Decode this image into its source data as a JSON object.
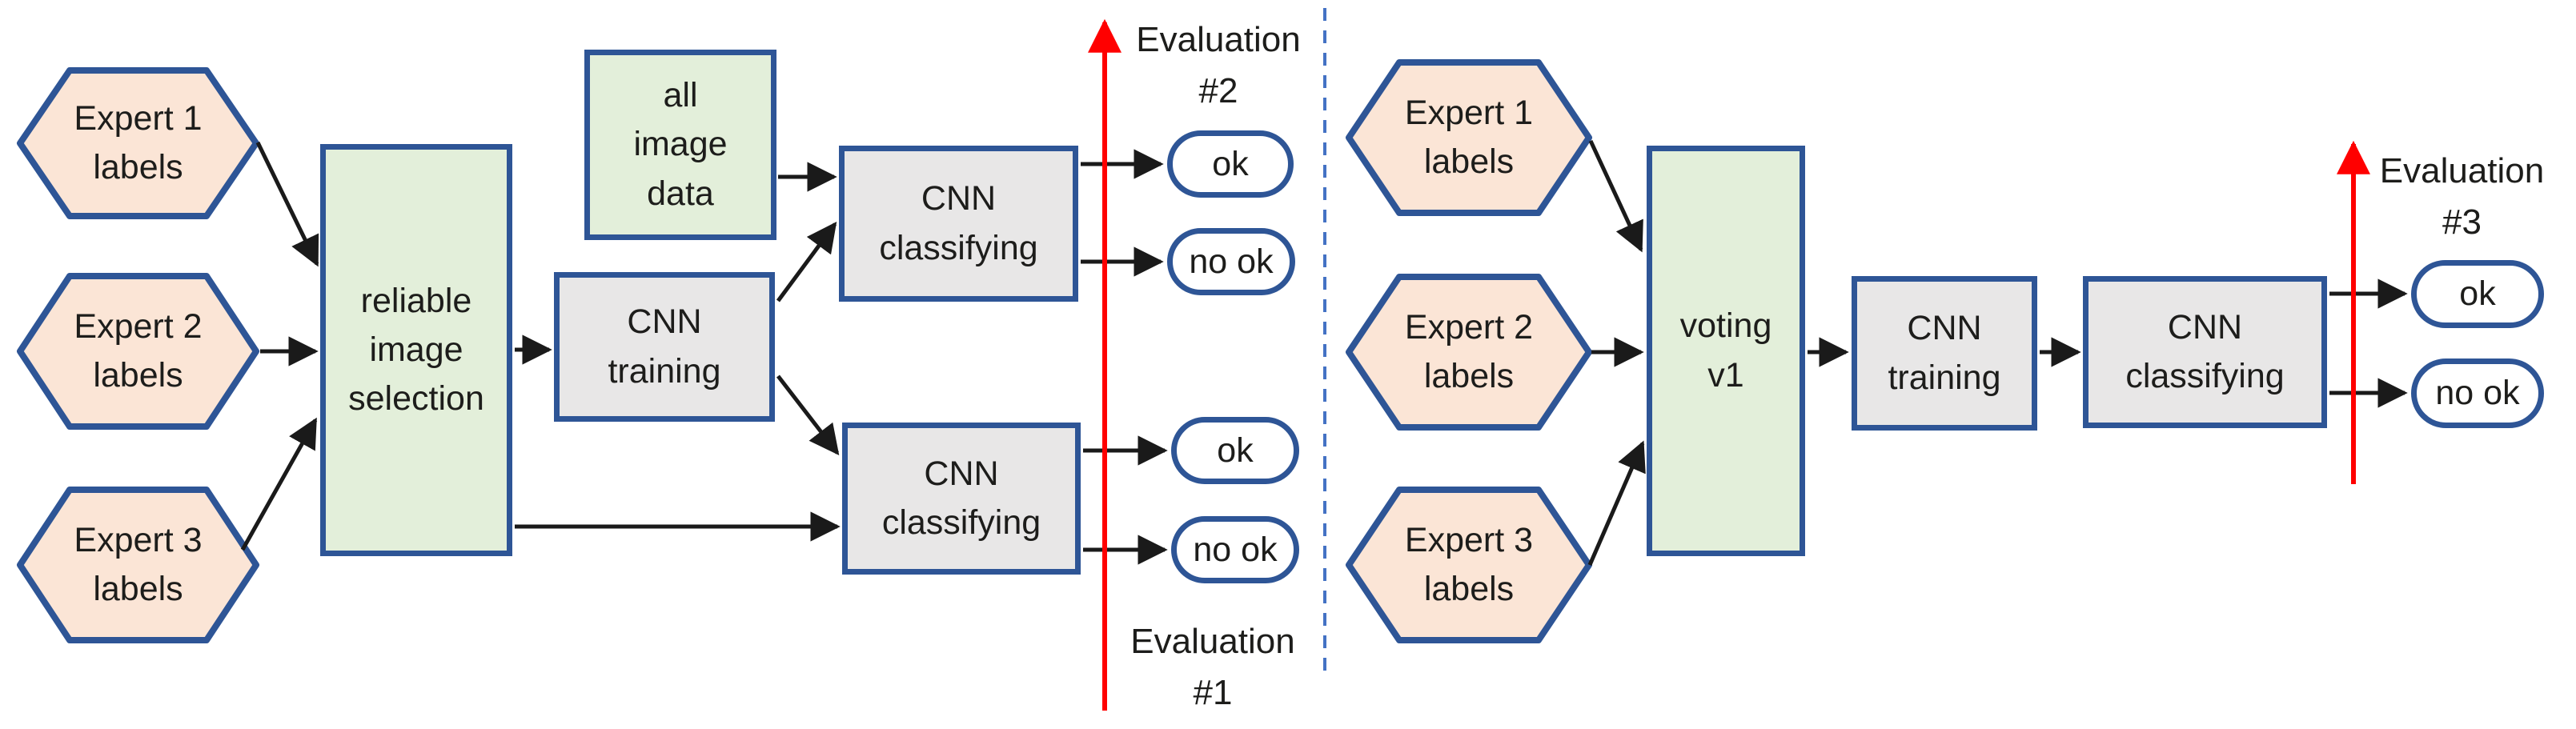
{
  "colors": {
    "hexagon_fill": "#fbe5d6",
    "shape_border": "#2e5596",
    "green_fill": "#e3efda",
    "gray_fill": "#e8e7e7",
    "pill_fill": "#ffffff",
    "arrow": "#1a1a1a",
    "evaluation_line": "#ff0000",
    "divider_dashed": "#4472c4"
  },
  "left": {
    "experts": [
      {
        "line1": "Expert 1",
        "line2": "labels"
      },
      {
        "line1": "Expert 2",
        "line2": "labels"
      },
      {
        "line1": "Expert 3",
        "line2": "labels"
      }
    ],
    "reliable_selection": {
      "line1": "reliable",
      "line2": "image",
      "line3": "selection"
    },
    "all_image_data": {
      "line1": "all",
      "line2": "image",
      "line3": "data"
    },
    "cnn_training": {
      "line1": "CNN",
      "line2": "training"
    },
    "cnn_classifying_top": {
      "line1": "CNN",
      "line2": "classifying"
    },
    "cnn_classifying_bottom": {
      "line1": "CNN",
      "line2": "classifying"
    },
    "evaluation_2": {
      "line1": "Evaluation",
      "line2": "#2"
    },
    "evaluation_1": {
      "line1": "Evaluation",
      "line2": "#1"
    },
    "output_top": {
      "ok": "ok",
      "no_ok": "no ok"
    },
    "output_bottom": {
      "ok": "ok",
      "no_ok": "no ok"
    }
  },
  "right": {
    "experts": [
      {
        "line1": "Expert 1",
        "line2": "labels"
      },
      {
        "line1": "Expert 2",
        "line2": "labels"
      },
      {
        "line1": "Expert 3",
        "line2": "labels"
      }
    ],
    "voting": {
      "line1": "voting",
      "line2": "v1"
    },
    "cnn_training": {
      "line1": "CNN",
      "line2": "training"
    },
    "cnn_classifying": {
      "line1": "CNN",
      "line2": "classifying"
    },
    "evaluation_3": {
      "line1": "Evaluation",
      "line2": "#3"
    },
    "output": {
      "ok": "ok",
      "no_ok": "no ok"
    }
  }
}
